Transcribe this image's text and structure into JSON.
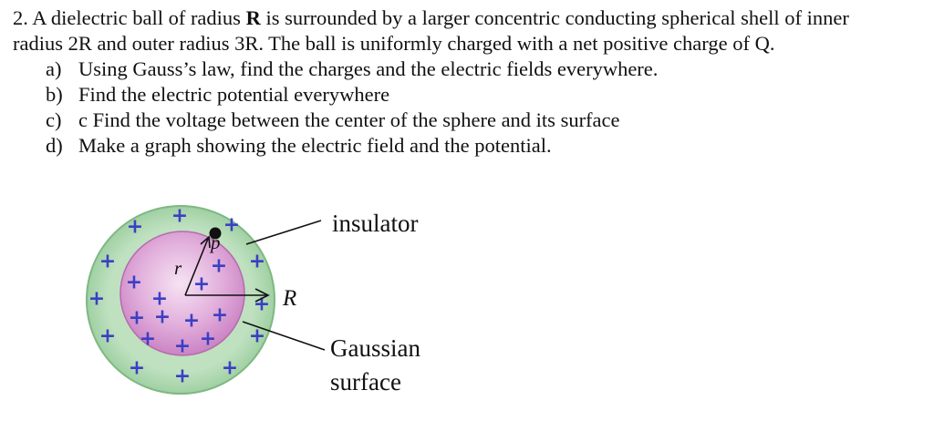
{
  "problem": {
    "line1": {
      "before": "2. A dielectric  ball of radius ",
      "bold": "R",
      "after": " is surrounded by a larger concentric conducting spherical shell of inner"
    },
    "line2": "radius 2R and outer radius 3R. The ball is uniformly charged with a net positive charge of Q.",
    "parts": [
      {
        "label": "a)",
        "text": "Using Gauss’s law, find the charges and the electric fields everywhere."
      },
      {
        "label": "b)",
        "text": "Find the electric potential everywhere"
      },
      {
        "label": "c)",
        "text": "c Find the voltage between the center of the sphere and its surface"
      },
      {
        "label": "d)",
        "text": "Make a graph showing the electric field and the potential."
      }
    ]
  },
  "figure": {
    "labels": {
      "insulator": "insulator",
      "gaussian_line1": "Gaussian",
      "gaussian_line2": "surface",
      "R": "R",
      "r": "r",
      "p": "p"
    },
    "plus_glyph": "+",
    "colors": {
      "outer_fill": "#a9d6ac",
      "outer_stroke": "#7fb883",
      "inner_fill": "#d79ad1",
      "inner_fill_light": "#f3dcef",
      "plus": "#3b3fc4",
      "line": "#111111"
    }
  }
}
